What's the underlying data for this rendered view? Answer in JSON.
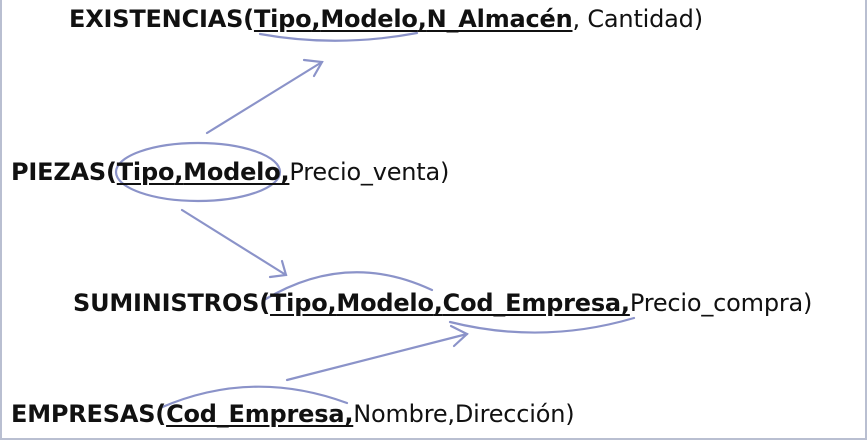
{
  "relations": [
    {
      "id": "existencias",
      "name": "EXISTENCIAS",
      "open": "(",
      "keys": [
        "Tipo",
        "Modelo",
        "N_Almacén"
      ],
      "key_seps": [
        ",",
        ","
      ],
      "after_keys": ",",
      "attrs": " Cantidad",
      "close": ")"
    },
    {
      "id": "piezas",
      "name": "PIEZAS",
      "open": "(",
      "keys": [
        "Tipo",
        "Modelo,"
      ],
      "key_seps": [
        ","
      ],
      "after_keys": "",
      "attrs": "Precio_venta",
      "close": ")"
    },
    {
      "id": "suministros",
      "name": "SUMINISTROS",
      "open": "(",
      "keys": [
        "Tipo",
        "Modelo",
        "Cod_Empresa,"
      ],
      "key_seps": [
        ",",
        ","
      ],
      "after_keys": "",
      "attrs": "Precio_compra",
      "close": ")"
    },
    {
      "id": "empresas",
      "name": "EMPRESAS",
      "open": "(",
      "keys": [
        "Cod_Empresa,"
      ],
      "key_seps": [],
      "after_keys": "",
      "attrs": "Nombre,Dirección",
      "close": ")"
    }
  ],
  "colors": {
    "arrow": "#8b93c9",
    "text": "#111111",
    "frame": "#b9bfd1"
  }
}
